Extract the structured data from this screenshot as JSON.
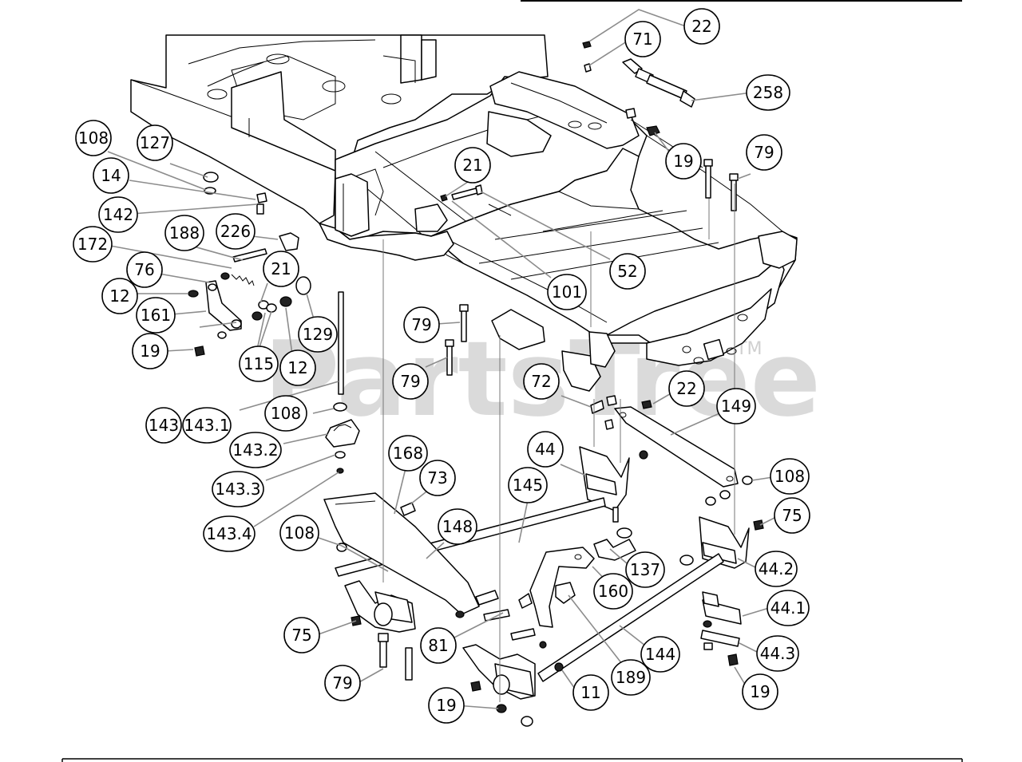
{
  "watermark": {
    "text": "PartsTree",
    "trademark": "TM"
  },
  "callouts": [
    {
      "label": "22"
    },
    {
      "label": "71"
    },
    {
      "label": "258"
    },
    {
      "label": "19"
    },
    {
      "label": "79"
    },
    {
      "label": "21"
    },
    {
      "label": "108"
    },
    {
      "label": "127"
    },
    {
      "label": "14"
    },
    {
      "label": "142"
    },
    {
      "label": "226"
    },
    {
      "label": "188"
    },
    {
      "label": "172"
    },
    {
      "label": "76"
    },
    {
      "label": "21"
    },
    {
      "label": "12"
    },
    {
      "label": "161"
    },
    {
      "label": "129"
    },
    {
      "label": "19"
    },
    {
      "label": "115"
    },
    {
      "label": "12"
    },
    {
      "label": "52"
    },
    {
      "label": "101"
    },
    {
      "label": "79"
    },
    {
      "label": "79"
    },
    {
      "label": "72"
    },
    {
      "label": "22"
    },
    {
      "label": "149"
    },
    {
      "label": "143"
    },
    {
      "label": "143.1"
    },
    {
      "label": "108"
    },
    {
      "label": "143.2"
    },
    {
      "label": "168"
    },
    {
      "label": "73"
    },
    {
      "label": "44"
    },
    {
      "label": "108"
    },
    {
      "label": "143.3"
    },
    {
      "label": "145"
    },
    {
      "label": "75"
    },
    {
      "label": "143.4"
    },
    {
      "label": "108"
    },
    {
      "label": "148"
    },
    {
      "label": "137"
    },
    {
      "label": "44.2"
    },
    {
      "label": "160"
    },
    {
      "label": "44.1"
    },
    {
      "label": "75"
    },
    {
      "label": "81"
    },
    {
      "label": "144"
    },
    {
      "label": "44.3"
    },
    {
      "label": "189"
    },
    {
      "label": "79"
    },
    {
      "label": "11"
    },
    {
      "label": "19"
    },
    {
      "label": "19"
    }
  ]
}
